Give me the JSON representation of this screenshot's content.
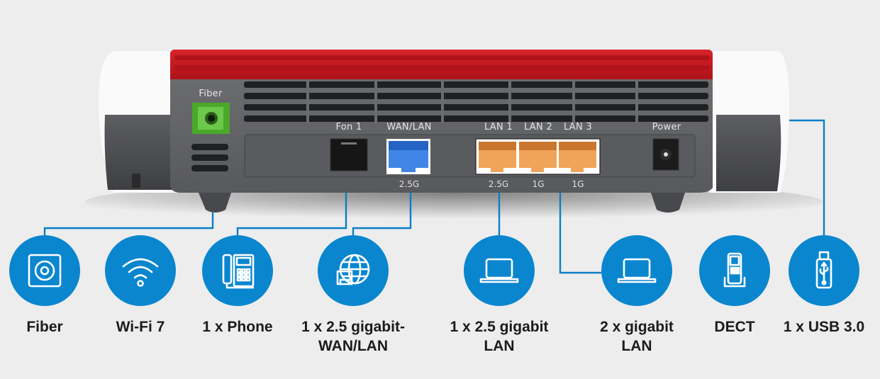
{
  "router": {
    "body_colors": {
      "top_accent": "#c8161e",
      "housing": "#5f6063",
      "side_caps": "#ffffff"
    },
    "ports": {
      "fiber": {
        "label": "Fiber",
        "color": "#5cbf3a"
      },
      "fon1": {
        "label": "Fon 1"
      },
      "wan_lan": {
        "label": "WAN/LAN",
        "speed": "2.5G",
        "color": "#3f86e6"
      },
      "lan1": {
        "label": "LAN 1",
        "speed": "2.5G",
        "color": "#f0a459"
      },
      "lan2": {
        "label": "LAN 2",
        "speed": "1G",
        "color": "#f0a459"
      },
      "lan3": {
        "label": "LAN 3",
        "speed": "1G",
        "color": "#f0a459"
      },
      "power": {
        "label": "Power"
      }
    }
  },
  "accent_color": "#0a86cf",
  "features": [
    {
      "icon": "fiber-socket-icon",
      "label": "Fiber"
    },
    {
      "icon": "wifi-icon",
      "label": "Wi-Fi 7"
    },
    {
      "icon": "desk-phone-icon",
      "label": "1 x Phone"
    },
    {
      "icon": "globe-lan-icon",
      "label": "1 x 2.5 gigabit-\nWAN/LAN"
    },
    {
      "icon": "laptop-icon",
      "label": "1 x 2.5 gigabit\nLAN"
    },
    {
      "icon": "laptop-icon",
      "label": "2 x gigabit\nLAN"
    },
    {
      "icon": "dect-handset-icon",
      "label": "DECT"
    },
    {
      "icon": "usb-stick-icon",
      "label": "1 x USB 3.0"
    }
  ]
}
